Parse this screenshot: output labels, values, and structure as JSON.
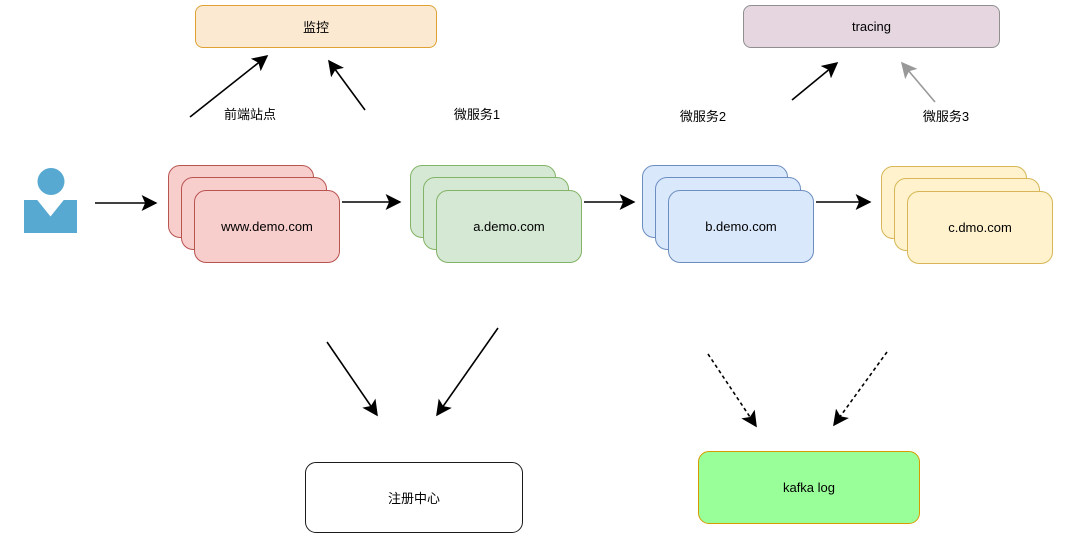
{
  "nodes": {
    "monitoring": {
      "label": "监控",
      "fill": "#fce9d2",
      "stroke": "#dfa134"
    },
    "tracing": {
      "label": "tracing",
      "fill": "#e5d6df",
      "stroke": "#8f8f8f"
    },
    "registry": {
      "label": "注册中心",
      "fill": "#ffffff",
      "stroke": "#1a1a1a"
    },
    "kafka": {
      "label": "kafka log",
      "fill": "#99ff99",
      "stroke": "#d79b00"
    },
    "frontend": {
      "label": "www.demo.com",
      "fill": "#f8cecc",
      "stroke": "#b85450"
    },
    "service_a": {
      "label": "a.demo.com",
      "fill": "#d5e8d4",
      "stroke": "#82b366"
    },
    "service_b": {
      "label": "b.demo.com",
      "fill": "#dae8fc",
      "stroke": "#6c8ebf"
    },
    "service_c": {
      "label": "c.dmo.com",
      "fill": "#fff2cc",
      "stroke": "#d6b656"
    }
  },
  "edge_labels": {
    "frontend_site": "前端站点",
    "microservice1": "微服务1",
    "microservice2": "微服务2",
    "microservice3": "微服务3"
  },
  "user": {
    "color": "#57a9d1"
  },
  "edges": [
    {
      "from": "user",
      "to": "frontend",
      "style": "solid"
    },
    {
      "from": "frontend",
      "to": "service_a",
      "style": "solid"
    },
    {
      "from": "service_a",
      "to": "service_b",
      "style": "solid"
    },
    {
      "from": "service_b",
      "to": "service_c",
      "style": "solid"
    },
    {
      "from": "frontend",
      "to": "monitoring",
      "style": "solid",
      "label": "前端站点"
    },
    {
      "from": "service_a",
      "to": "monitoring",
      "style": "solid",
      "label": "微服务1"
    },
    {
      "from": "service_b",
      "to": "tracing",
      "style": "solid",
      "label": "微服务2"
    },
    {
      "from": "service_c",
      "to": "tracing",
      "style": "solid-gray",
      "label": "微服务3"
    },
    {
      "from": "frontend",
      "to": "registry",
      "style": "solid"
    },
    {
      "from": "service_a",
      "to": "registry",
      "style": "solid"
    },
    {
      "from": "service_b",
      "to": "kafka",
      "style": "dashed"
    },
    {
      "from": "service_c",
      "to": "kafka",
      "style": "dashed"
    }
  ]
}
